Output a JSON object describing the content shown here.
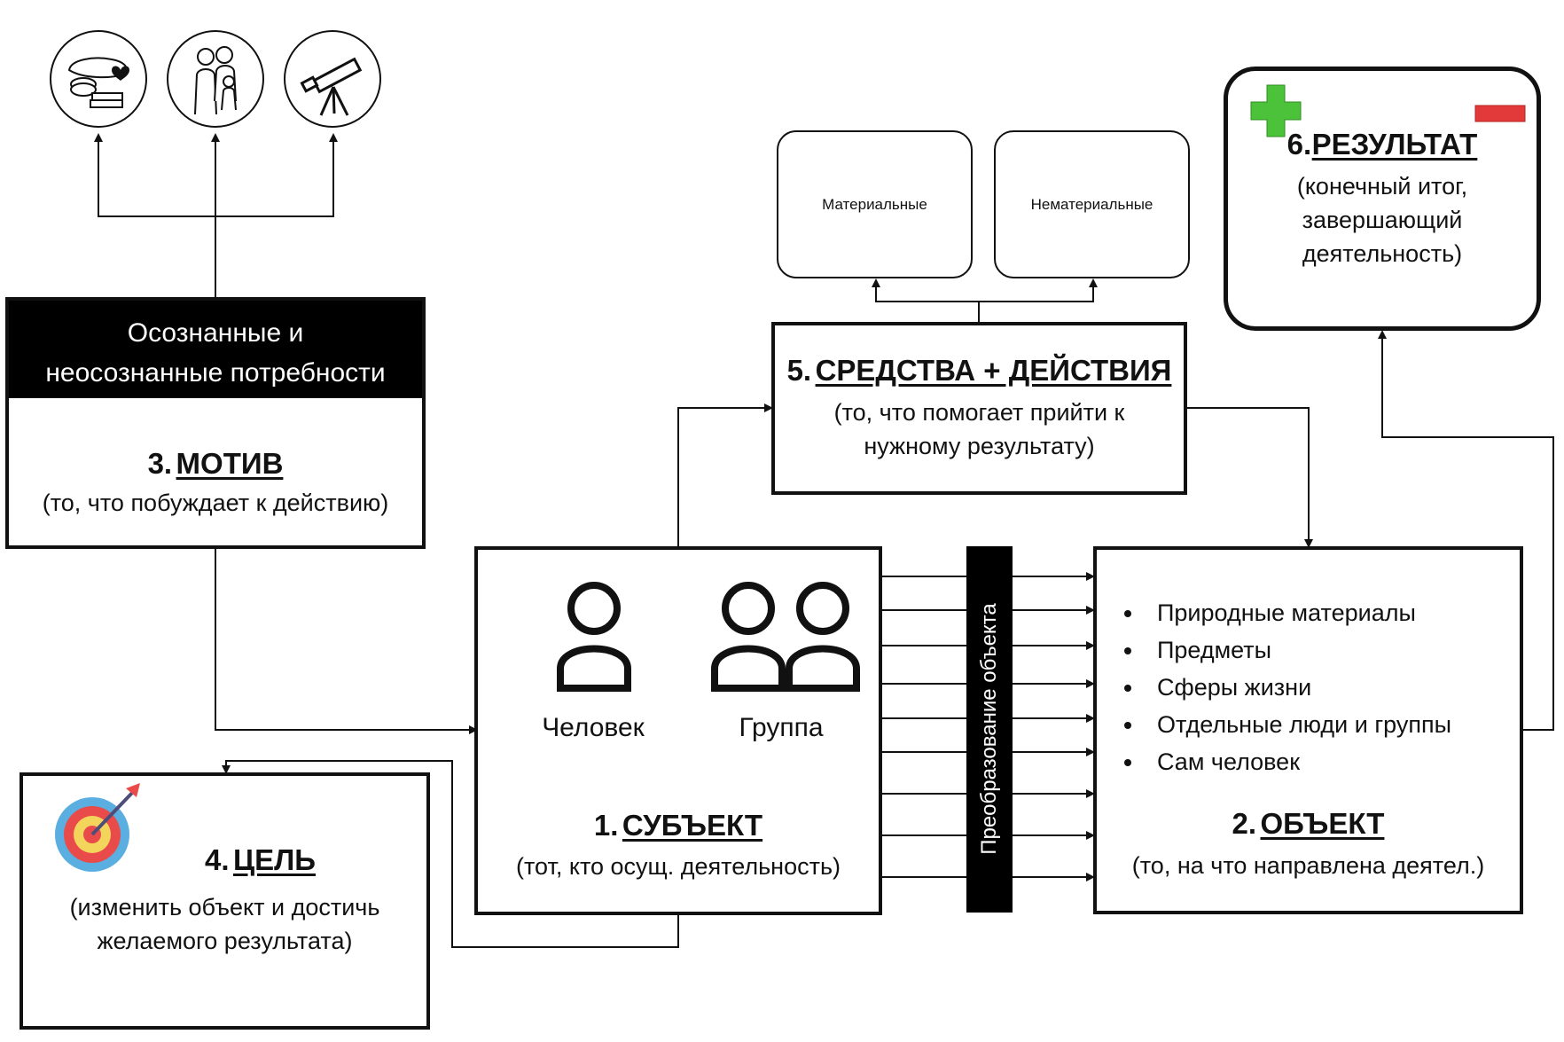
{
  "needs": {
    "text": "Осознанные и неосознанные потребности"
  },
  "motive": {
    "number": "3.",
    "title": "МОТИВ",
    "description": "(то, что побуждает к действию)"
  },
  "goal": {
    "number": "4.",
    "title": "ЦЕЛЬ",
    "description": "(изменить объект и достичь желаемого результата)"
  },
  "subject": {
    "person_label": "Человек",
    "group_label": "Группа",
    "number": "1.",
    "title": "СУБЪЕКТ",
    "description": "(тот, кто осущ. деятельность)"
  },
  "means": {
    "material": "Материальные",
    "immaterial": "Нематериальные",
    "number": "5.",
    "title": "СРЕДСТВА + ДЕЙСТВИЯ",
    "description": "(то, что помогает прийти к нужному результату)"
  },
  "transformation": {
    "label": "Преобразование объекта"
  },
  "object": {
    "items": [
      "Природные материалы",
      "Предметы",
      "Сферы жизни",
      "Отдельные люди и группы",
      "Сам человек"
    ],
    "number": "2.",
    "title": "ОБЪЕКТ",
    "description": "(то, на что направлена деятел.)"
  },
  "result": {
    "number": "6.",
    "title": "РЕЗУЛЬТАТ",
    "description": "(конечный итог, завершающий деятельность)"
  },
  "icons": [
    "food-books-icon",
    "family-icon",
    "telescope-icon",
    "target-icon",
    "person-icon",
    "group-icon",
    "plus-icon",
    "minus-icon"
  ],
  "colors": {
    "plus": "#4cc13a",
    "minus": "#e23a3a",
    "band": "#000000"
  }
}
